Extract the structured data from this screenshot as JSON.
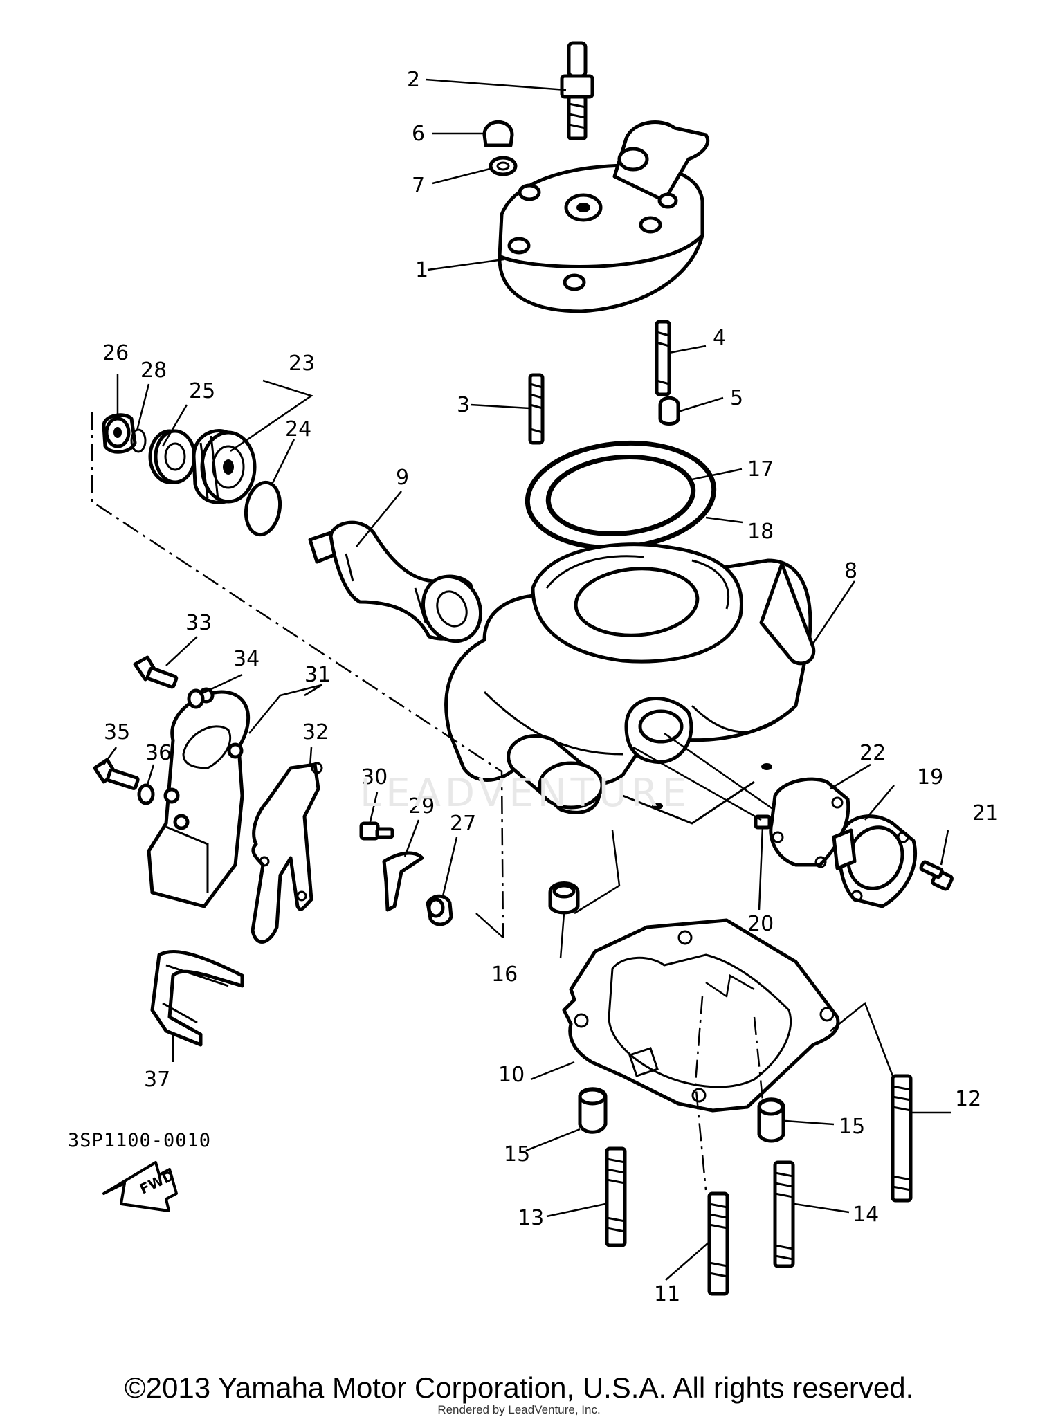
{
  "diagram": {
    "code": "3SP1100-0010",
    "fwd_label": "FWD",
    "copyright": "©2013 Yamaha Motor Corporation, U.S.A. All rights reserved.",
    "rendered_by": "Rendered by LeadVenture, Inc.",
    "watermark": "LEADVENTURE",
    "callouts": [
      "1",
      "2",
      "3",
      "4",
      "5",
      "6",
      "7",
      "8",
      "9",
      "10",
      "11",
      "12",
      "13",
      "14",
      "15",
      "15",
      "16",
      "17",
      "18",
      "19",
      "20",
      "21",
      "22",
      "23",
      "24",
      "25",
      "26",
      "27",
      "28",
      "29",
      "30",
      "31",
      "32",
      "33",
      "34",
      "35",
      "36",
      "37"
    ]
  }
}
